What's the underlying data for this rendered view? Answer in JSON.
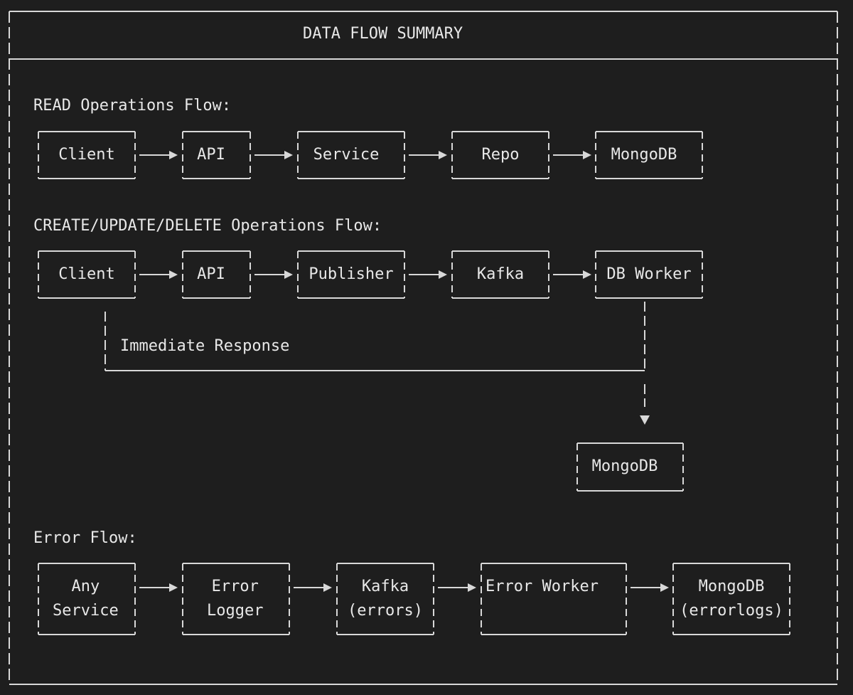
{
  "title": "DATA FLOW SUMMARY",
  "sections": {
    "read": {
      "label": "READ Operations Flow:",
      "nodes": [
        "Client",
        "API",
        "Service",
        "Repo",
        "MongoDB"
      ]
    },
    "cud": {
      "label": "CREATE/UPDATE/DELETE Operations Flow:",
      "nodes": [
        "Client",
        "API",
        "Publisher",
        "Kafka",
        "DB Worker"
      ],
      "response_label": "Immediate Response",
      "target": "MongoDB"
    },
    "error": {
      "label": "Error Flow:",
      "nodes": [
        "Any\nService",
        "Error\nLogger",
        "Kafka\n(errors)",
        "Error Worker",
        "MongoDB\n(errorlogs)"
      ]
    }
  },
  "colors": {
    "background": "#1e1e1e",
    "line": "#d8d8d8",
    "text": "#e8e8e8"
  }
}
